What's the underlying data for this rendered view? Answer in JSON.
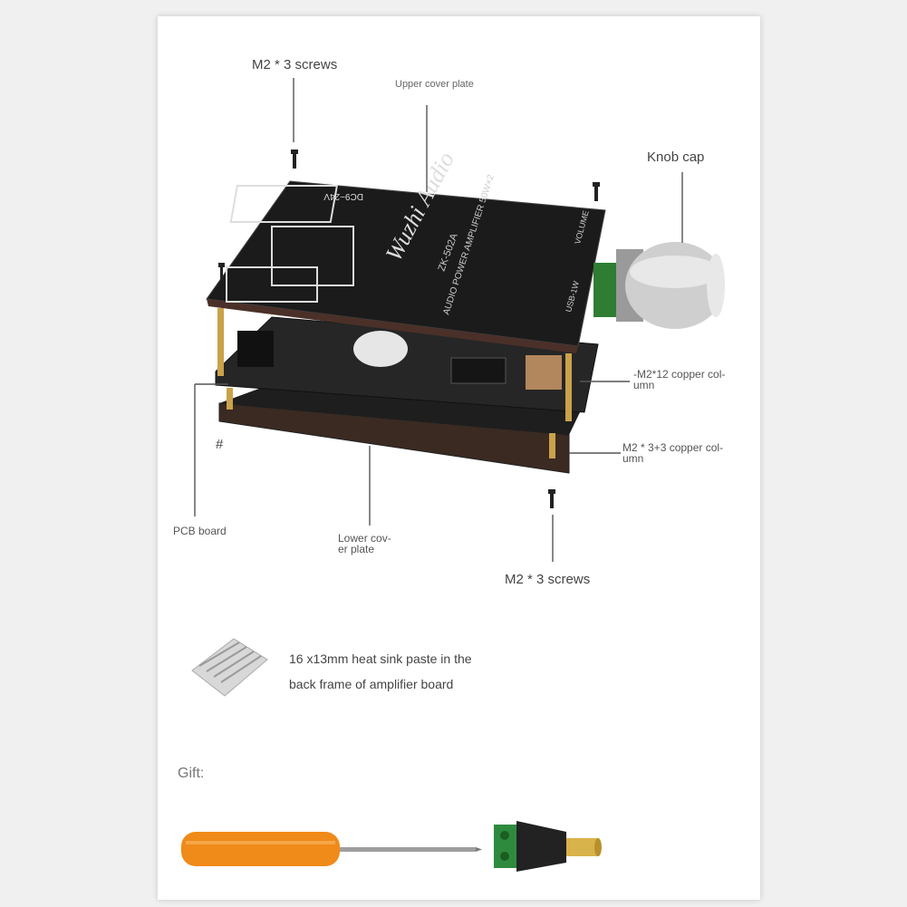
{
  "labels": {
    "screws_top": "M2 * 3 screws",
    "upper_cover": "Upper cover plate",
    "knob_cap": "Knob cap",
    "m2_12_column": "-M2*12 copper col-\numn",
    "m2_33_column": "M2 * 3+3 copper col-\numn",
    "hash_mark": "#",
    "pcb_board": "PCB board",
    "lower_cover": "Lower cov-\ner plate",
    "screws_bottom": "M2 * 3 screws",
    "heat_sink_line1": "16 x13mm heat sink paste in the",
    "heat_sink_line2": "back frame of amplifier board",
    "gift": "Gift:"
  },
  "board_print": {
    "voltage": "DC9~24V",
    "brand": "Wuzhi Audio",
    "model": "ZK-502A",
    "desc": "AUDIO POWER AMPLIFIER 50W×2",
    "volume": "VOLUME",
    "usb": "USB-1W"
  },
  "colors": {
    "board_top": "#1b1b1b",
    "pcb": "#2a2a2a",
    "copper": "#c9a24a",
    "knob": "#c8c8c8",
    "screwdriver_handle": "#f08a18",
    "connector_green": "#2e8b3e"
  }
}
